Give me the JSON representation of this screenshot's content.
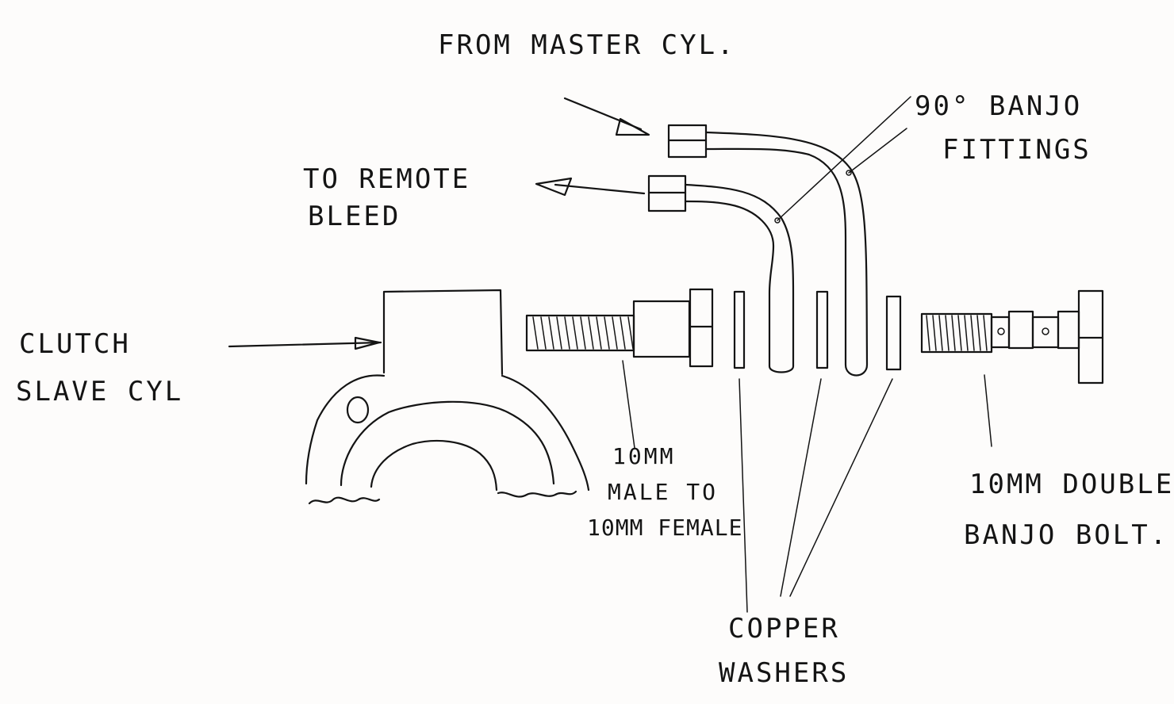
{
  "labels": {
    "from_master": "FROM MASTER CYL.",
    "to_remote_line1": "TO REMOTE",
    "to_remote_line2": "BLEED",
    "banjo_fittings_line1": "90° BANJO",
    "banjo_fittings_line2": "FITTINGS",
    "clutch_line1": "CLUTCH",
    "clutch_line2": "SLAVE CYL",
    "adapter_line1": "10MM",
    "adapter_line2": "MALE TO",
    "adapter_line3": "10MM FEMALE",
    "washers_line1": "COPPER",
    "washers_line2": "WASHERS",
    "bolt_line1": "10MM DOUBLE",
    "bolt_line2": "BANJO BOLT."
  },
  "colors": {
    "ink": "#141414",
    "paper": "#fdfcfb"
  }
}
